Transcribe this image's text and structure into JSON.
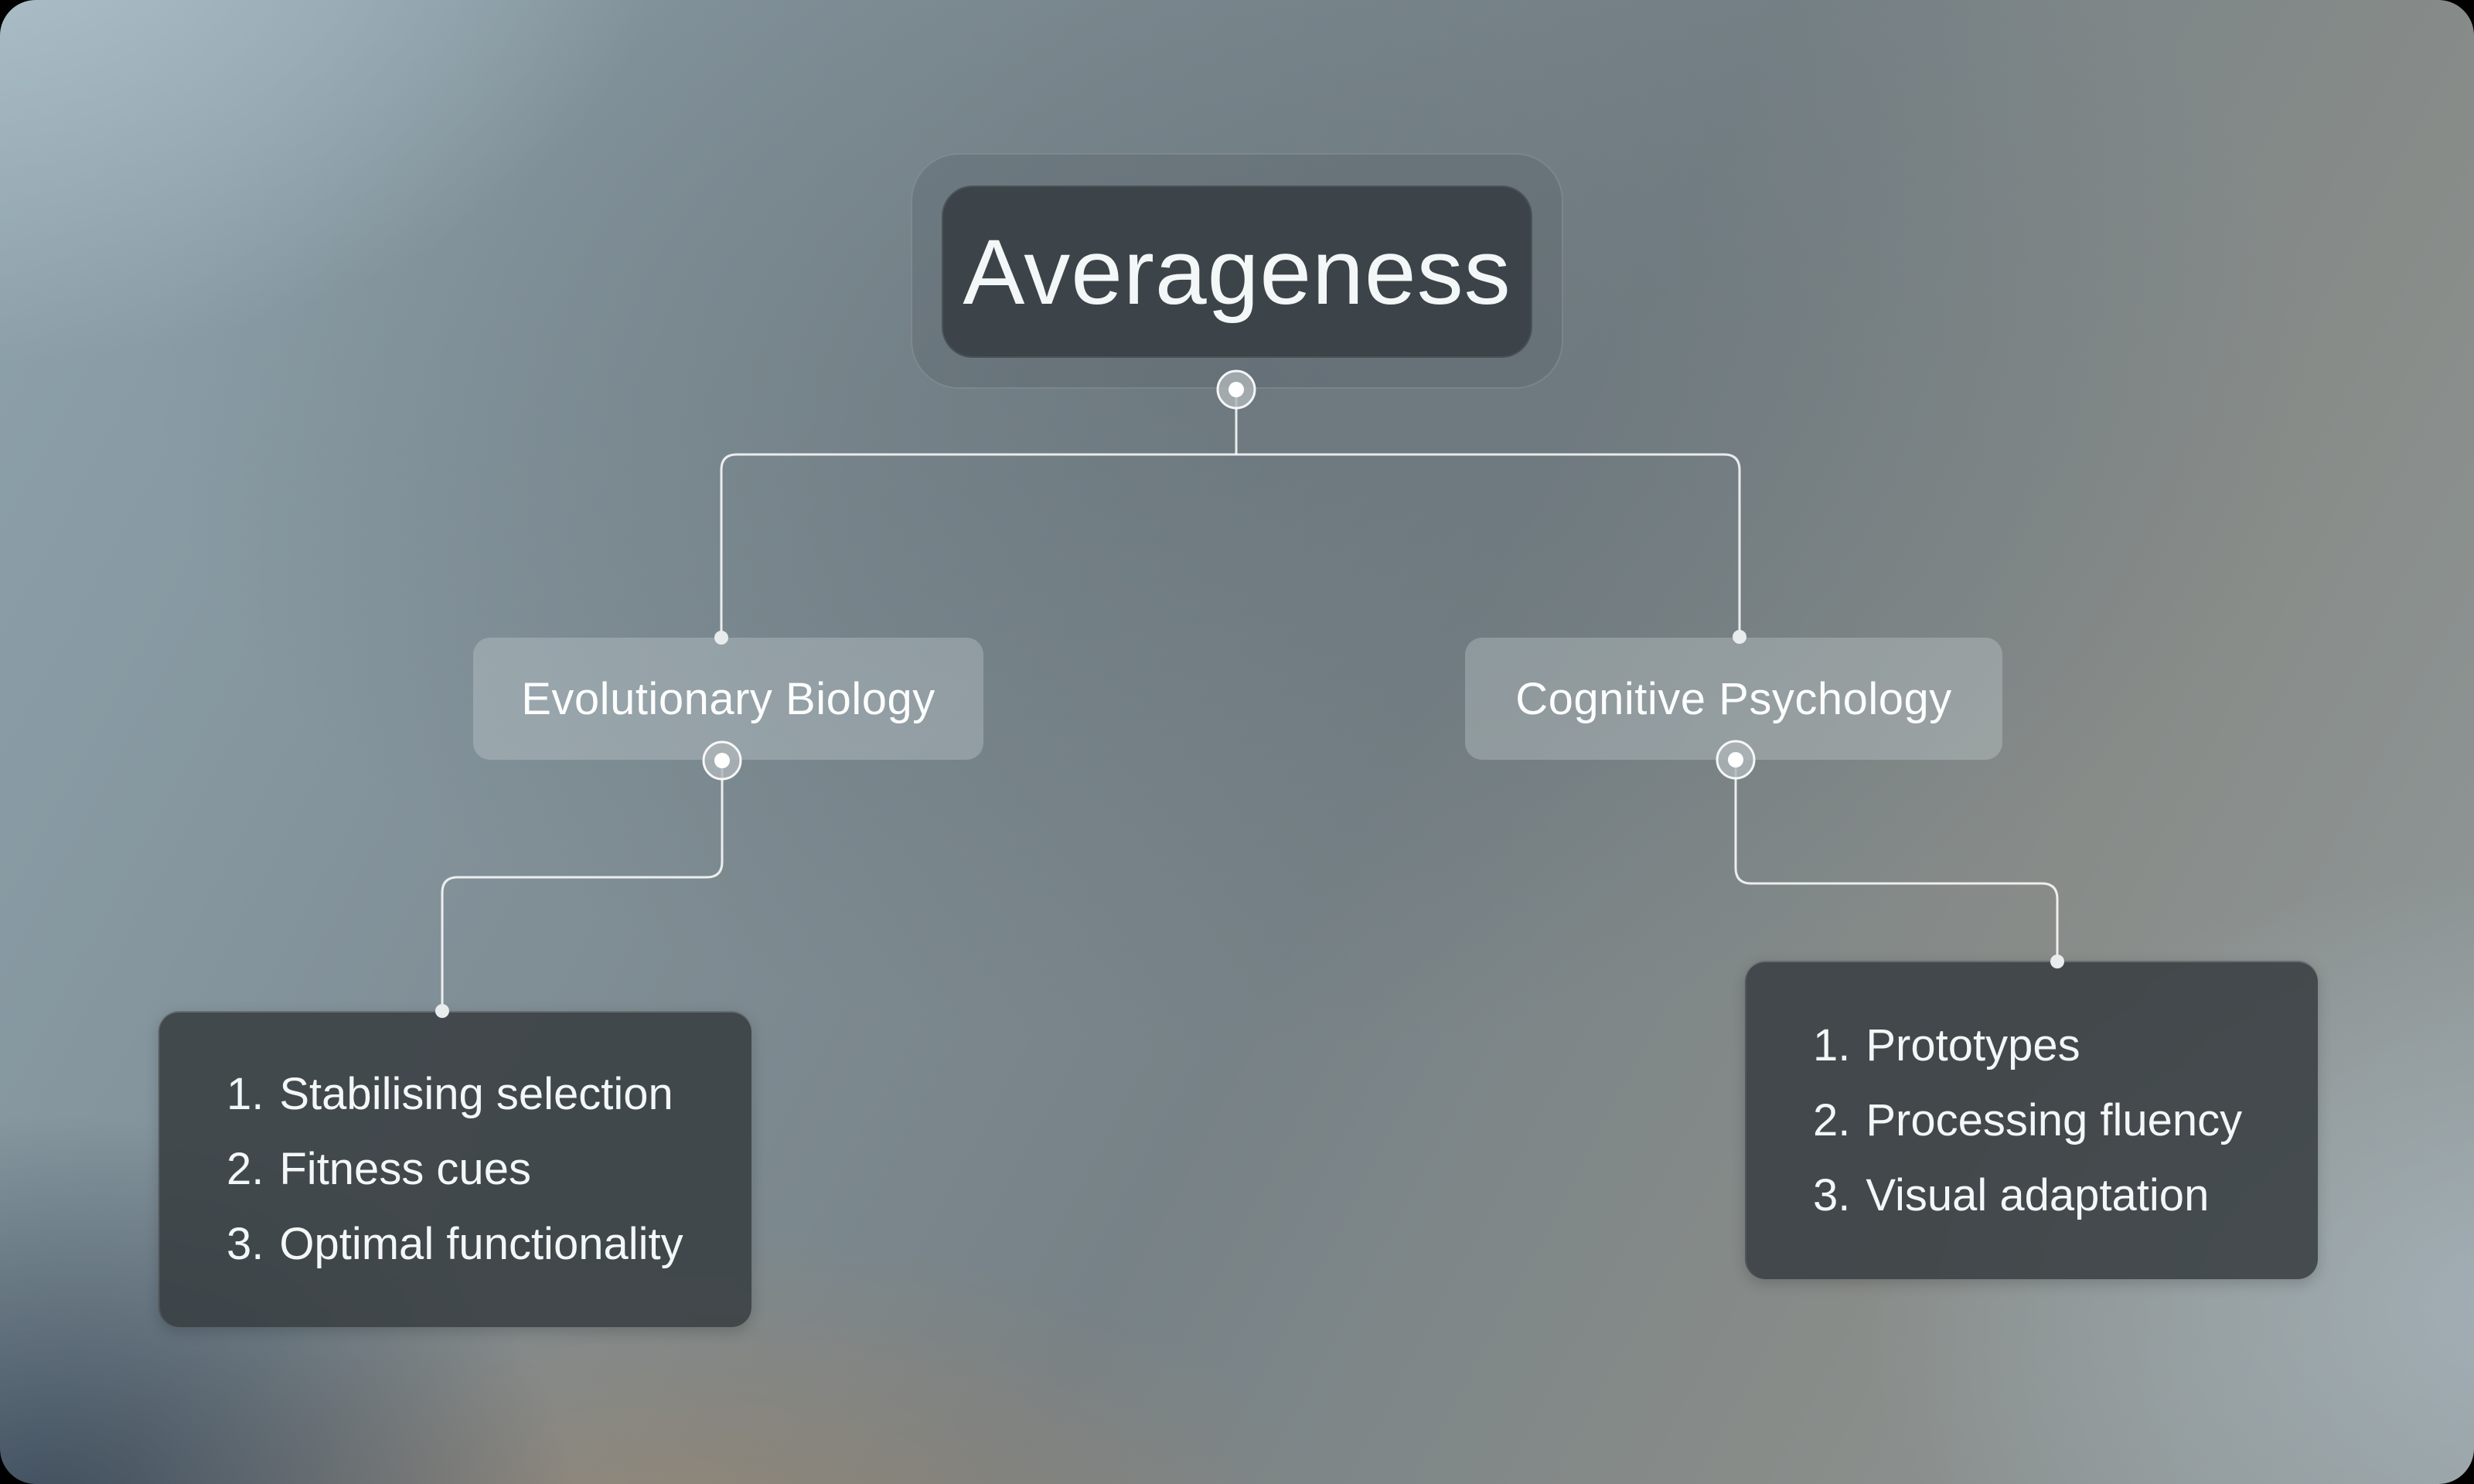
{
  "root": {
    "label": "Averageness"
  },
  "branches": [
    {
      "label": "Evolutionary Biology",
      "items": [
        {
          "num": "1.",
          "text": "Stabilising selection"
        },
        {
          "num": "2.",
          "text": "Fitness cues"
        },
        {
          "num": "3.",
          "text": "Optimal functionality"
        }
      ]
    },
    {
      "label": "Cognitive Psychology",
      "items": [
        {
          "num": "1.",
          "text": "Prototypes"
        },
        {
          "num": "2.",
          "text": "Processing fluency"
        },
        {
          "num": "3.",
          "text": "Visual adaptation"
        }
      ]
    }
  ],
  "colors": {
    "connector": "rgba(255,255,255,0.85)",
    "root_fill": "rgba(57,65,70,0.94)",
    "branch_fill": "rgba(213,222,226,0.30)",
    "leaf_fill": "rgba(56,62,66,0.87)",
    "text": "#f4f7f7"
  }
}
